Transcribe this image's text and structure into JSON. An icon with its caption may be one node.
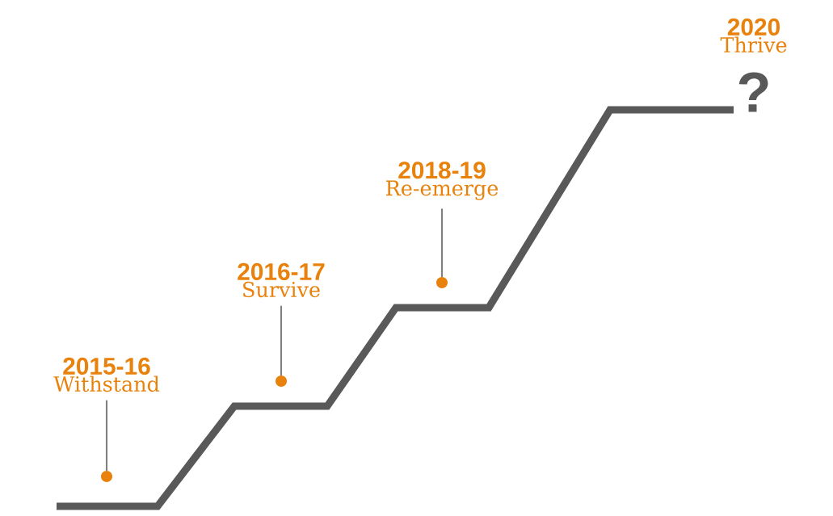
{
  "diagram": {
    "nodes": [
      {
        "text": [
          "2015-16",
          "Withstand"
        ]
      },
      {
        "text": [],
        "shape": "circle"
      },
      {
        "text": [
          "2016-17",
          "Survive"
        ]
      },
      {
        "text": [],
        "shape": "circle"
      },
      {
        "text": [
          "2018-19",
          "Re-emerge"
        ]
      },
      {
        "text": [],
        "shape": "circle"
      },
      {
        "text": [
          "2020",
          "Thrive"
        ]
      }
    ],
    "edges": [
      {
        "from": 0,
        "to": 1,
        "arrow": "none"
      },
      {
        "from": 2,
        "to": 3,
        "arrow": "none"
      },
      {
        "from": 4,
        "to": 5,
        "arrow": "none"
      }
    ],
    "labels": [
      "?"
    ]
  }
}
